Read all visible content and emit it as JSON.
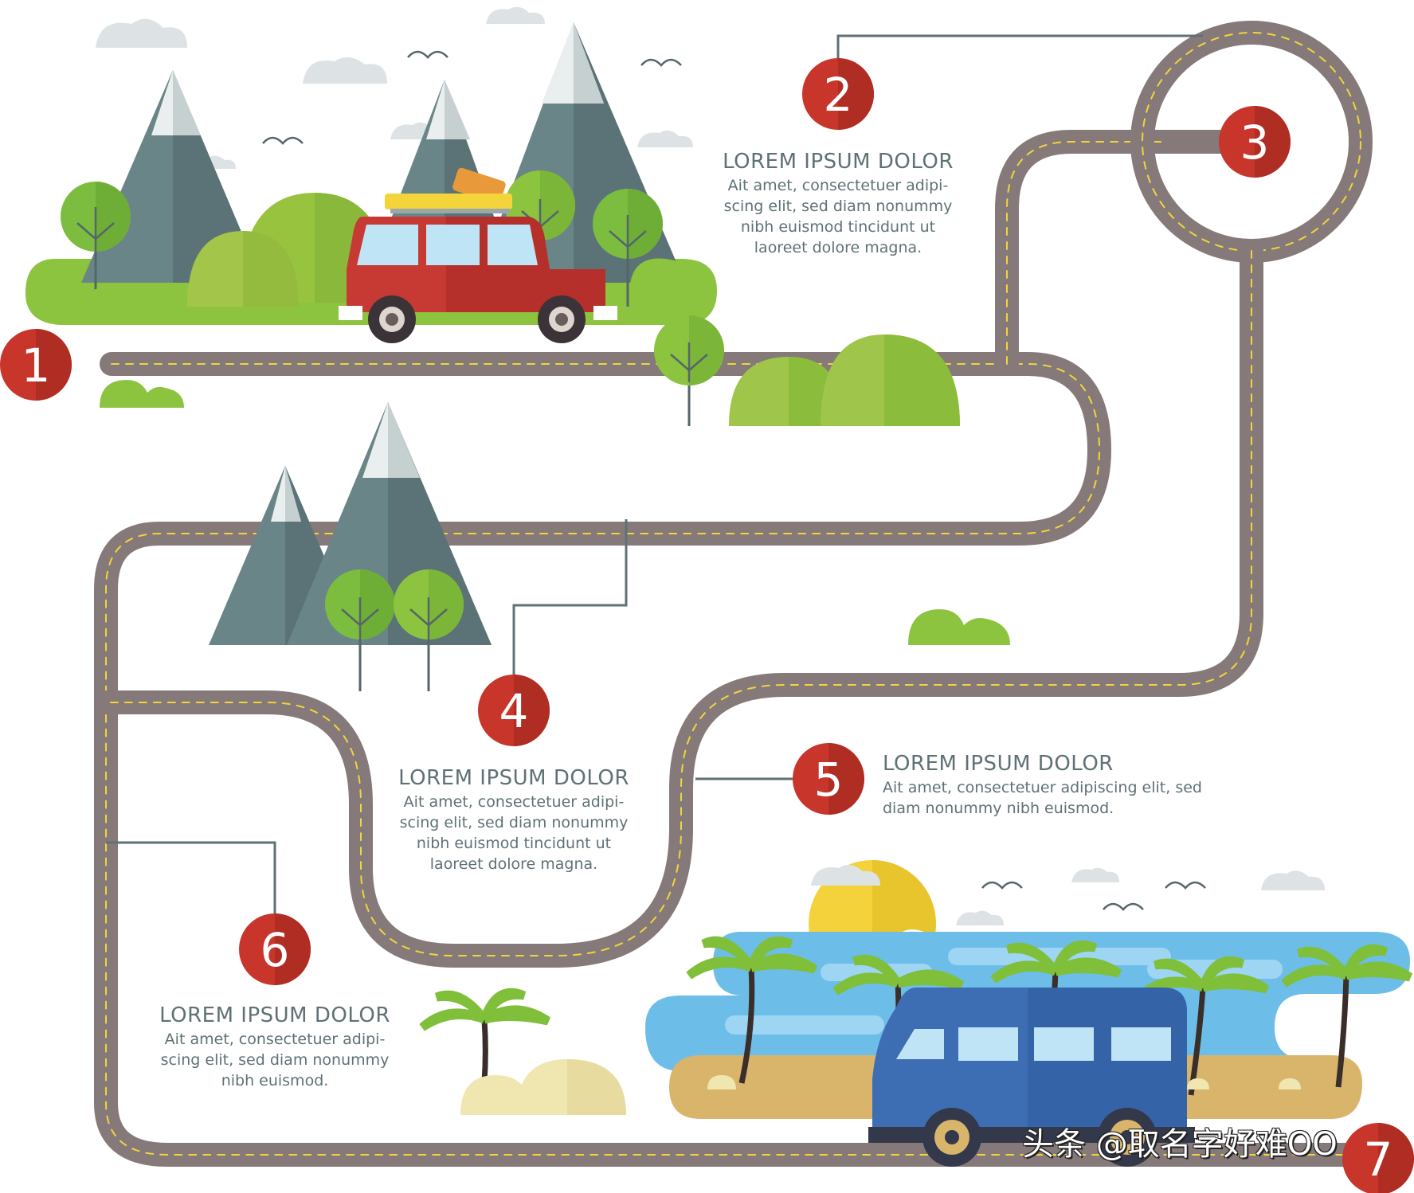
{
  "steps": [
    {
      "number": "1"
    },
    {
      "number": "2",
      "title": "LOREM IPSUM DOLOR",
      "body": "Ait amet, consectetuer adipi-\nscing elit, sed diam nonummy\nnibh euismod tincidunt ut\nlaoreet dolore magna."
    },
    {
      "number": "3"
    },
    {
      "number": "4",
      "title": "LOREM IPSUM DOLOR",
      "body": "Ait amet, consectetuer adipi-\nscing elit, sed diam nonummy\nnibh euismod tincidunt ut\nlaoreet dolore magna."
    },
    {
      "number": "5",
      "title": "LOREM IPSUM DOLOR",
      "body": "Ait amet, consectetuer adipiscing elit, sed\ndiam nonummy nibh euismod."
    },
    {
      "number": "6",
      "title": "LOREM IPSUM DOLOR",
      "body": "Ait amet, consectetuer adipi-\nscing elit, sed diam nonummy\nnibh euismod."
    },
    {
      "number": "7"
    }
  ],
  "watermark": "头条 @取名字好难OO",
  "colors": {
    "road": "#857a79",
    "road_marking": "#f2d43c",
    "badge": "#c8352b",
    "leader_line": "#5f7175",
    "mountain": "#6a8587",
    "grass": "#8cc43f",
    "sea": "#6cbee9",
    "sand": "#d9b56c",
    "sun": "#f3d23b",
    "car": "#c73a33",
    "van": "#3d6eb4"
  }
}
